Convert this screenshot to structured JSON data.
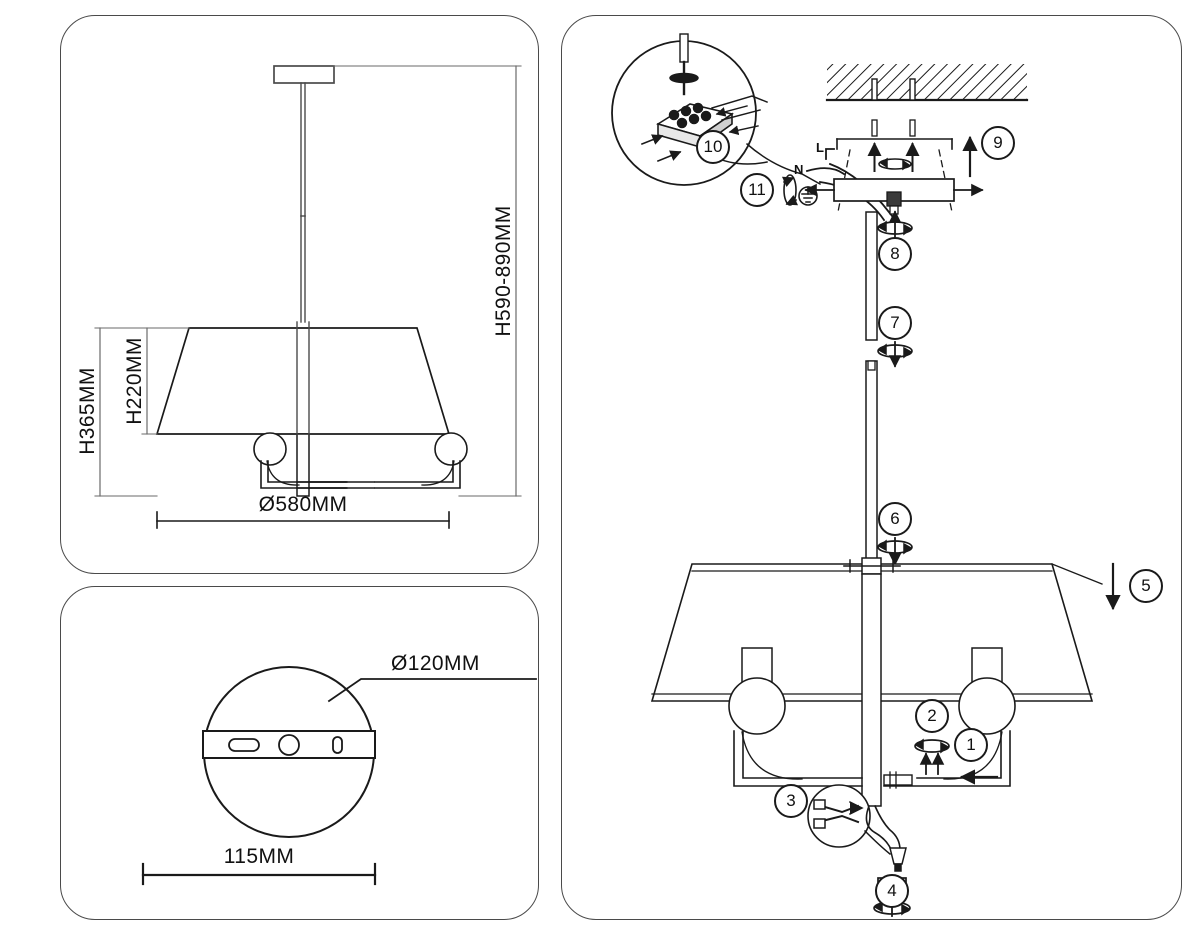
{
  "document": {
    "type": "technical-assembly-drawing",
    "subject": "Pendant chandelier light fixture",
    "line_color": "#1a1a1a",
    "panel_border_color": "#4a4a4a",
    "background": "#ffffff"
  },
  "panels": {
    "dimensions": {
      "name": "product-dimensions-elevation",
      "labels": {
        "overall_drop": "H590-890MM",
        "fixture_height": "H365MM",
        "shade_height": "H220MM",
        "shade_diameter": "Ø580MM"
      }
    },
    "canopy": {
      "name": "ceiling-canopy-plan",
      "labels": {
        "canopy_diameter": "Ø120MM",
        "bracket_width": "115MM"
      }
    },
    "assembly": {
      "name": "exploded-assembly-steps",
      "wire_labels": {
        "neutral": "N",
        "live": "L"
      },
      "steps": [
        {
          "number": "1",
          "action": "slide-arrow-left"
        },
        {
          "number": "2",
          "action": "rotate-tighten-nut"
        },
        {
          "number": "3",
          "action": "connect-lamp-wires"
        },
        {
          "number": "4",
          "action": "rotate-finial"
        },
        {
          "number": "5",
          "action": "lower-shade-down"
        },
        {
          "number": "6",
          "action": "rotate-rod-joint"
        },
        {
          "number": "7",
          "action": "rotate-rod-joint"
        },
        {
          "number": "8",
          "action": "rotate-up-into-bracket"
        },
        {
          "number": "9",
          "action": "fix-bracket-up-to-ceiling"
        },
        {
          "number": "10",
          "action": "terminal-block-screw-detail"
        },
        {
          "number": "11",
          "action": "rotate-cover-ring"
        }
      ]
    }
  }
}
